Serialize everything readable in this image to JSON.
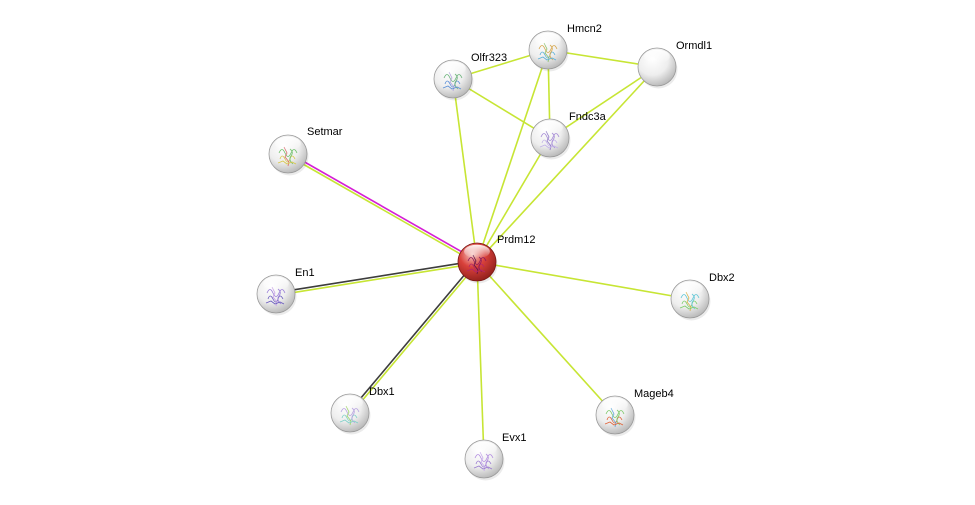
{
  "network": {
    "center": "Prdm12",
    "nodes": [
      {
        "id": "Prdm12",
        "label": "Prdm12",
        "query": true,
        "glyph": "protein-structure"
      },
      {
        "id": "Hmcn2",
        "label": "Hmcn2",
        "glyph": "protein-structure"
      },
      {
        "id": "Olfr323",
        "label": "Olfr323",
        "glyph": "protein-structure"
      },
      {
        "id": "Ormdl1",
        "label": "Ormdl1",
        "glyph": "none"
      },
      {
        "id": "Fndc3a",
        "label": "Fndc3a",
        "glyph": "protein-structure"
      },
      {
        "id": "Setmar",
        "label": "Setmar",
        "glyph": "protein-structure"
      },
      {
        "id": "En1",
        "label": "En1",
        "glyph": "protein-structure"
      },
      {
        "id": "Dbx2",
        "label": "Dbx2",
        "glyph": "protein-structure"
      },
      {
        "id": "Dbx1",
        "label": "Dbx1",
        "glyph": "protein-structure"
      },
      {
        "id": "Evx1",
        "label": "Evx1",
        "glyph": "protein-structure"
      },
      {
        "id": "Mageb4",
        "label": "Mageb4",
        "glyph": "protein-structure"
      }
    ],
    "edges": [
      {
        "source": "Prdm12",
        "target": "Setmar",
        "evidence": [
          "textmining",
          "experiments"
        ]
      },
      {
        "source": "Prdm12",
        "target": "En1",
        "evidence": [
          "textmining",
          "coexpression"
        ]
      },
      {
        "source": "Prdm12",
        "target": "Dbx1",
        "evidence": [
          "textmining",
          "coexpression"
        ]
      },
      {
        "source": "Prdm12",
        "target": "Olfr323",
        "evidence": [
          "textmining"
        ]
      },
      {
        "source": "Prdm12",
        "target": "Hmcn2",
        "evidence": [
          "textmining"
        ]
      },
      {
        "source": "Prdm12",
        "target": "Fndc3a",
        "evidence": [
          "textmining"
        ]
      },
      {
        "source": "Prdm12",
        "target": "Ormdl1",
        "evidence": [
          "textmining"
        ]
      },
      {
        "source": "Prdm12",
        "target": "Dbx2",
        "evidence": [
          "textmining"
        ]
      },
      {
        "source": "Prdm12",
        "target": "Evx1",
        "evidence": [
          "textmining"
        ]
      },
      {
        "source": "Prdm12",
        "target": "Mageb4",
        "evidence": [
          "textmining"
        ]
      },
      {
        "source": "Olfr323",
        "target": "Hmcn2",
        "evidence": [
          "textmining"
        ]
      },
      {
        "source": "Olfr323",
        "target": "Fndc3a",
        "evidence": [
          "textmining"
        ]
      },
      {
        "source": "Hmcn2",
        "target": "Ormdl1",
        "evidence": [
          "textmining"
        ]
      },
      {
        "source": "Hmcn2",
        "target": "Fndc3a",
        "evidence": [
          "textmining"
        ]
      },
      {
        "source": "Fndc3a",
        "target": "Ormdl1",
        "evidence": [
          "textmining"
        ]
      }
    ],
    "colors": {
      "textmining": "#c7e534",
      "experiments": "#d51fd5",
      "coexpression": "#3d3d3d",
      "query_node": "#d9413b",
      "node": "#f2f2f2"
    }
  }
}
